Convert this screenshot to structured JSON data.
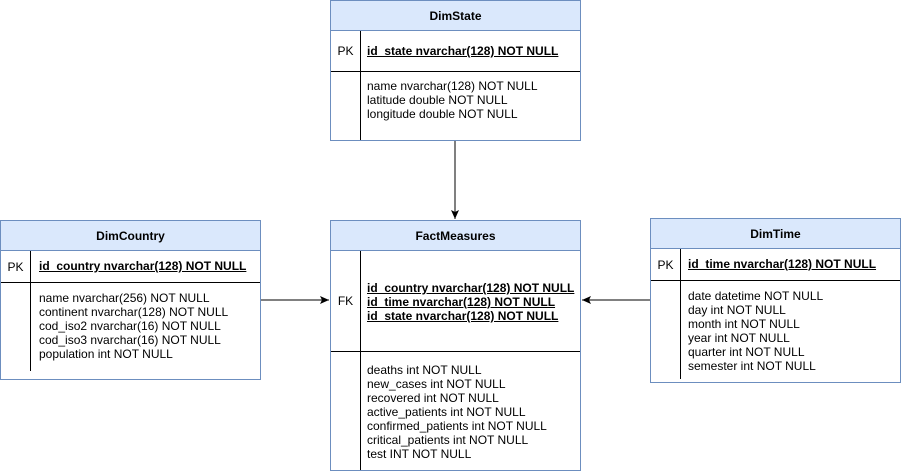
{
  "entities": {
    "dim_state": {
      "title": "DimState",
      "key_label": "PK",
      "keys": [
        "id_state nvarchar(128) NOT NULL"
      ],
      "attributes": [
        "name nvarchar(128) NOT NULL",
        "latitude double NOT NULL",
        "longitude double NOT NULL"
      ]
    },
    "dim_country": {
      "title": "DimCountry",
      "key_label": "PK",
      "keys": [
        "id_country nvarchar(128) NOT NULL"
      ],
      "attributes": [
        "name nvarchar(256) NOT NULL",
        "continent nvarchar(128) NOT NULL",
        "cod_iso2 nvarchar(16) NOT NULL",
        "cod_iso3 nvarchar(16) NOT NULL",
        "population int NOT NULL"
      ]
    },
    "fact_measures": {
      "title": "FactMeasures",
      "key_label": "FK",
      "keys": [
        "id_country nvarchar(128) NOT NULL",
        "id_time nvarchar(128) NOT NULL",
        "id_state nvarchar(128) NOT NULL"
      ],
      "attributes": [
        "deaths int NOT NULL",
        "new_cases  int NOT NULL",
        "recovered  int NOT NULL",
        "active_patients int NOT NULL",
        "confirmed_patients  int NOT NULL",
        "critical_patients int NOT NULL",
        "test INT NOT NULL"
      ]
    },
    "dim_time": {
      "title": "DimTime",
      "key_label": "PK",
      "keys": [
        "id_time nvarchar(128) NOT NULL"
      ],
      "attributes": [
        "date datetime NOT NULL",
        "day int NOT NULL",
        "month int NOT NULL",
        "year int NOT NULL",
        "quarter int NOT NULL",
        "semester int NOT NULL"
      ]
    }
  },
  "colors": {
    "header_fill": "#dae8fc",
    "header_border": "#6c8ebf",
    "line": "#000000"
  }
}
